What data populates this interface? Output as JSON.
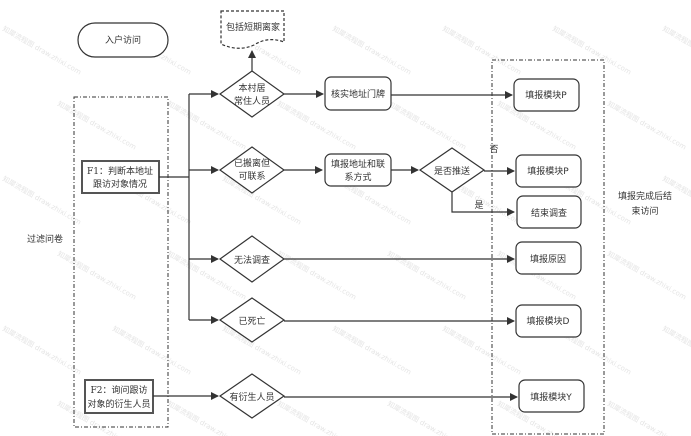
{
  "diagram": {
    "start": {
      "label": "入户访问"
    },
    "note": {
      "label": "包括短期离家"
    },
    "filter_section": {
      "label": "过滤问卷",
      "f1": {
        "line1": "F1：判断本地址",
        "line2": "跟访对象情况"
      },
      "f2": {
        "line1": "F2：询问跟访",
        "line2": "对象的衍生人员"
      }
    },
    "decisions": {
      "resident": {
        "line1": "本村居",
        "line2": "常住人员"
      },
      "moved": {
        "line1": "已搬离但",
        "line2": "可联系"
      },
      "unable": {
        "label": "无法调查"
      },
      "deceased": {
        "label": "已死亡"
      },
      "derived": {
        "label": "有衍生人员"
      },
      "push": {
        "label": "是否推送"
      }
    },
    "processes": {
      "verify_address": {
        "label": "核实地址门牌"
      },
      "fill_contact": {
        "line1": "填报地址和联",
        "line2": "系方式"
      }
    },
    "end_section": {
      "label_line1": "填报完成后结",
      "label_line2": "束访问",
      "outputs": {
        "module_p_1": {
          "label": "填报模块P"
        },
        "module_p_2": {
          "label": "填报模块P"
        },
        "end_survey": {
          "label": "结束调查"
        },
        "fill_reason": {
          "label": "填报原因"
        },
        "module_d": {
          "label": "填报模块D"
        },
        "module_y": {
          "label": "填报模块Y"
        }
      }
    },
    "edge_labels": {
      "no": "否",
      "yes": "是"
    },
    "watermark": "知犀流程图 draw.zhixi.com"
  }
}
